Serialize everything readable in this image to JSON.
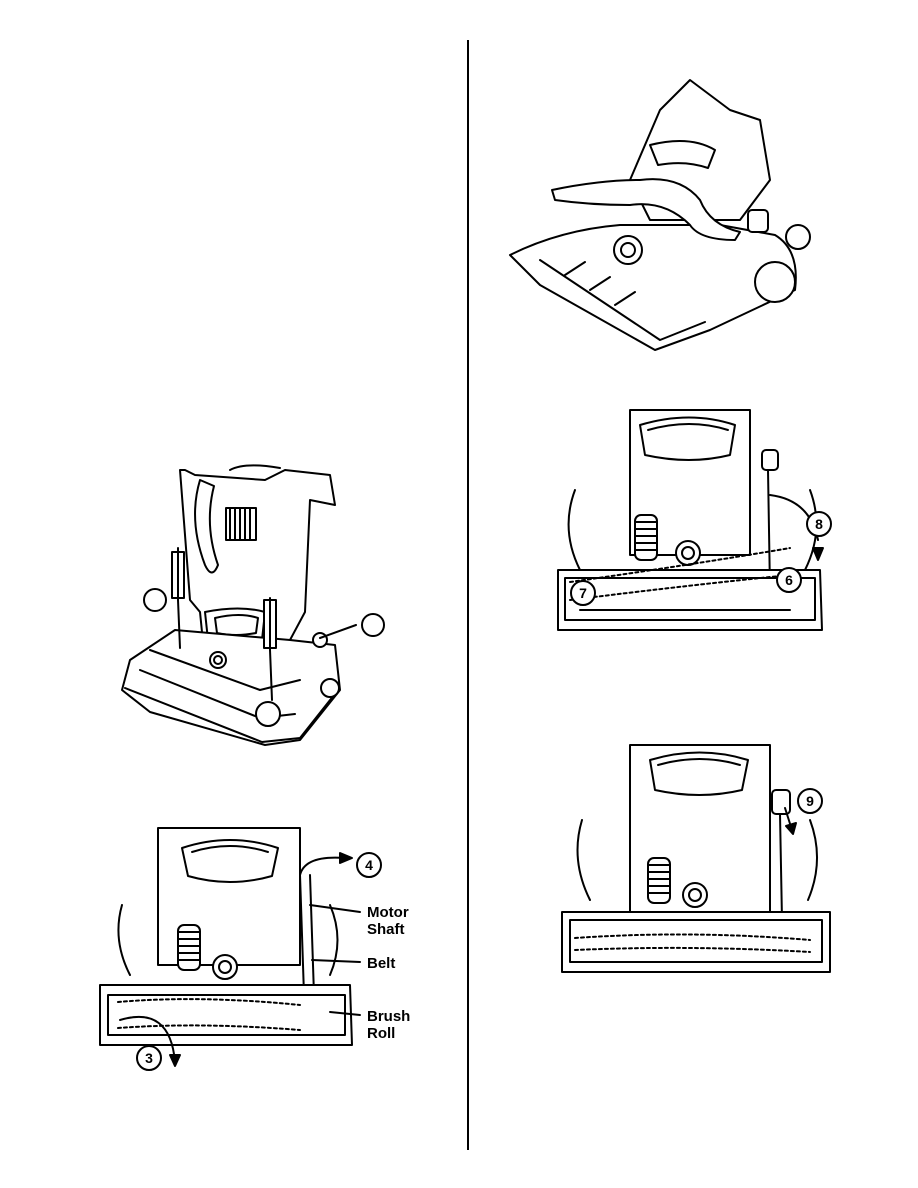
{
  "figure_labels": {
    "motor_shaft_line1": "Motor",
    "motor_shaft_line2": "Shaft",
    "belt": "Belt",
    "brush_roll_line1": "Brush",
    "brush_roll_line2": "Roll"
  },
  "step_callouts": {
    "step_3": "3",
    "step_4": "4",
    "step_6": "6",
    "step_7": "7",
    "step_8": "8",
    "step_9": "9"
  },
  "colors": {
    "ink": "#000000",
    "paper": "#ffffff",
    "shade": "#e6e6e6"
  }
}
